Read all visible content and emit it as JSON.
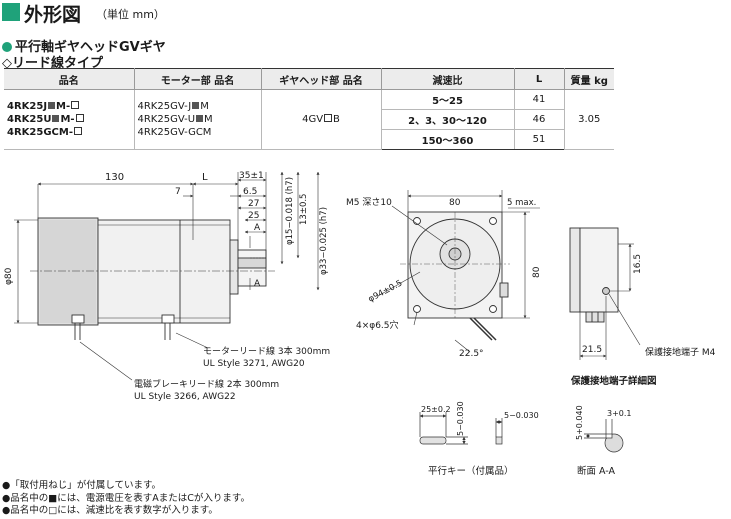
{
  "header": {
    "title": "外形図",
    "unit": "（単位 mm）"
  },
  "subtitle": "平行軸ギヤヘッドGVギヤ",
  "section": "◇リード線タイプ",
  "table": {
    "headers": [
      "品名",
      "モーター部 品名",
      "ギヤヘッド部 品名",
      "減速比",
      "L",
      "質量 kg"
    ],
    "products": [
      {
        "pre": "4RK25J",
        "mid": "M-",
        "post": ""
      },
      {
        "pre": "4RK25U",
        "mid": "M-",
        "post": ""
      },
      {
        "pre": "4RK25GCM-",
        "mid": "",
        "post": ""
      }
    ],
    "motors": [
      {
        "pre": "4RK25GV-J",
        "post": "M"
      },
      {
        "pre": "4RK25GV-U",
        "post": "M"
      },
      {
        "pre": "4RK25GV-GCM",
        "post": ""
      }
    ],
    "gearhead_pre": "4GV",
    "gearhead_post": "B",
    "ratios": [
      "5～25",
      "2、3、30～120",
      "150～360"
    ],
    "L_values": [
      "41",
      "46",
      "51"
    ],
    "mass": "3.05"
  },
  "drawing": {
    "dim_130": "130",
    "dim_L": "L",
    "dim_35": "35±1",
    "dim_7": "7",
    "dim_6_5": "6.5",
    "dim_27": "27",
    "dim_25": "25",
    "dim_phi80": "φ80",
    "sec_A_top": "A",
    "sec_A_bot": "A",
    "shaft_phi15": "φ15−0.018 (h7)",
    "shaft_13": "13±0.5",
    "shaft_phi33": "φ33−0.025 (h7)",
    "motor_lead": "モーターリード線 3本 300mm",
    "motor_lead_ul": "UL Style 3271, AWG20",
    "brake_lead": "電磁ブレーキリード線 2本 300mm",
    "brake_lead_ul": "UL Style 3266, AWG22",
    "front_m5": "M5 深さ10",
    "front_80_top": "80",
    "front_5max": "5 max.",
    "front_80_side": "80",
    "front_phi94": "φ94±0.5",
    "front_holes": "4×φ6.5穴",
    "front_angle": "22.5°",
    "side_16_5": "16.5",
    "side_21_5": "21.5",
    "side_terminal": "保護接地端子 M4",
    "detail_title": "保護接地端子詳細図",
    "key_25": "25±0.2",
    "key_5a": "5−0.030",
    "key_5b": "5−0.030",
    "key_label": "平行キー（付属品）",
    "section_3": "3+0.1",
    "section_5": "5+0.040",
    "section_label": "断面 A-A"
  },
  "notes": [
    "●「取付用ねじ」が付属しています。",
    "●品名中の■には、電源電圧を表すAまたはCが入ります。",
    "●品名中の□には、減速比を表す数字が入ります。"
  ]
}
